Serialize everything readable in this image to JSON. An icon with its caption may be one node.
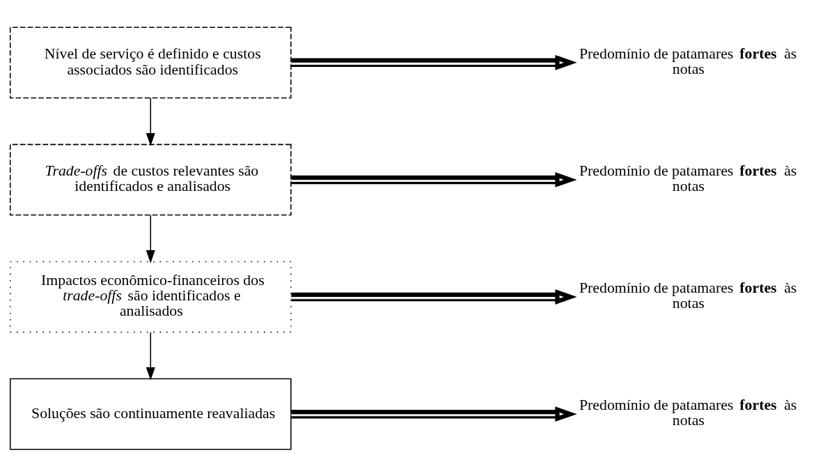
{
  "diagram": {
    "nodes": [
      {
        "text": [
          "Nível de serviço é definido e custos associados são identificados"
        ]
      },
      {
        "text": [
          "Predomínio de patamares **fortes** às notas"
        ]
      },
      {
        "text": [
          "*Trade-offs* de custos relevantes são identificados e analisados"
        ]
      },
      {
        "text": [
          "Predomínio de patamares **fortes** às notas"
        ]
      },
      {
        "text": [
          "Impactos econômico-financeiros dos *trade-offs* são identificados e analisados"
        ]
      },
      {
        "text": [
          "Predomínio de patamares **fortes** às notas"
        ]
      },
      {
        "text": [
          "Soluções são continuamente reavaliadas"
        ]
      },
      {
        "text": [
          "Predomínio de patamares **fortes** às notas"
        ]
      }
    ],
    "edges": [
      {
        "from": 0,
        "to": 2,
        "arrow": "to"
      },
      {
        "from": 2,
        "to": 4,
        "arrow": "to"
      },
      {
        "from": 4,
        "to": 6,
        "arrow": "to"
      },
      {
        "from": 0,
        "to": 1,
        "arrow": "to"
      },
      {
        "from": 2,
        "to": 3,
        "arrow": "to"
      },
      {
        "from": 4,
        "to": 5,
        "arrow": "to"
      },
      {
        "from": 6,
        "to": 7,
        "arrow": "to"
      }
    ]
  }
}
